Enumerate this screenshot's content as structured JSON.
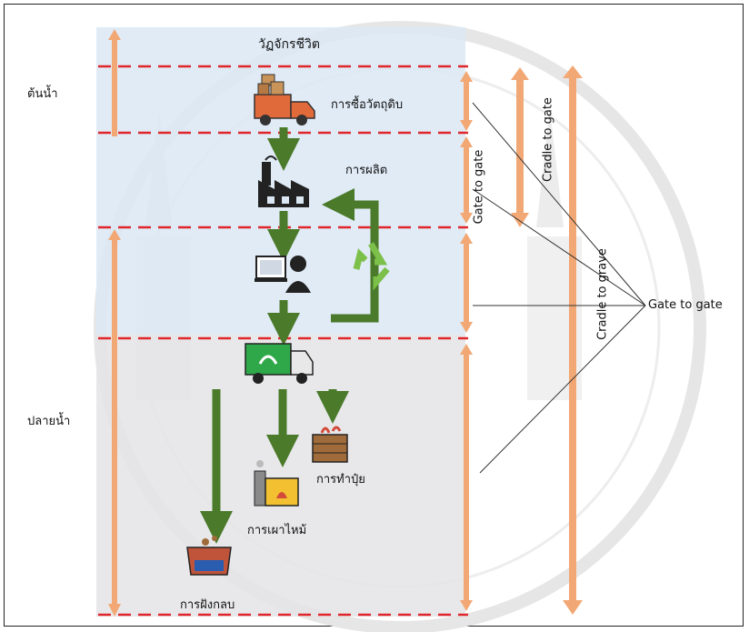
{
  "diagram": {
    "title": "วัฏจักรชีวิต",
    "zones": {
      "upstream": "ต้นน้ำ",
      "downstream": "ปลายน้ำ"
    },
    "stages": {
      "raw_material": "การซื้อวัตถุดิบ",
      "production": "การผลิต",
      "composting": "การทำปุ๋ย",
      "incineration": "การเผาไหม้",
      "landfill": "การฝังกลบ"
    },
    "scopes": {
      "gate_to_gate_vertical": "Gate to gate",
      "cradle_to_gate": "Cradle to gate",
      "cradle_to_grave": "Cradle to grave",
      "gate_to_gate_callout": "Gate to gate"
    },
    "colors": {
      "arrow_green": "#4a7a2a",
      "dashed_red": "#e0262b",
      "orange_arrow": "#f2a874",
      "top_panel": "#dbe8f4",
      "bottom_panel": "#e4e4e6"
    },
    "icons": [
      "delivery-truck-icon",
      "factory-icon",
      "computer-user-icon",
      "recycle-icon",
      "recycling-truck-icon",
      "incinerator-icon",
      "compost-bin-icon",
      "landfill-icon"
    ]
  }
}
